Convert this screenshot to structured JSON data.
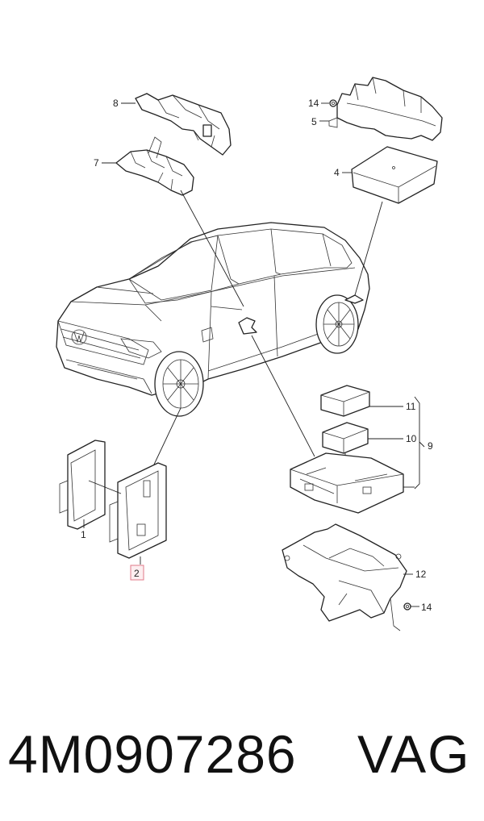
{
  "callouts": {
    "c1": "1",
    "c2": "2",
    "c4": "4",
    "c5": "5",
    "c7": "7",
    "c8": "8",
    "c9": "9",
    "c10": "10",
    "c11": "11",
    "c12": "12",
    "c14a": "14",
    "c14b": "14"
  },
  "footer": {
    "part_number": "4M0907286",
    "brand": "VAG"
  },
  "colors": {
    "line": "#222222",
    "highlight_box": "#e07a8a",
    "background": "#ffffff"
  }
}
